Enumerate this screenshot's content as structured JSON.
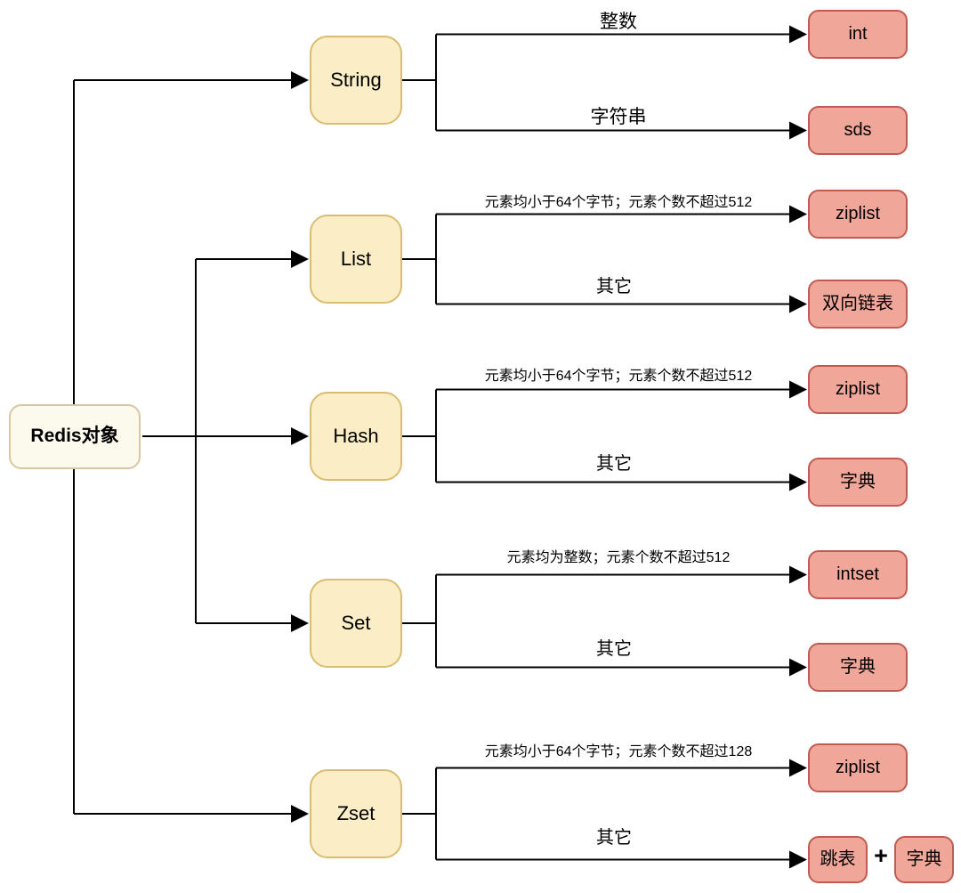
{
  "diagram": {
    "root": {
      "label": "Redis对象"
    },
    "types": [
      {
        "label": "String",
        "branches": [
          {
            "condition": "整数",
            "targets": [
              "int"
            ]
          },
          {
            "condition": "字符串",
            "targets": [
              "sds"
            ]
          }
        ]
      },
      {
        "label": "List",
        "branches": [
          {
            "condition": "元素均小于64个字节；元素个数不超过512",
            "targets": [
              "ziplist"
            ]
          },
          {
            "condition": "其它",
            "targets": [
              "双向链表"
            ]
          }
        ]
      },
      {
        "label": "Hash",
        "branches": [
          {
            "condition": "元素均小于64个字节；元素个数不超过512",
            "targets": [
              "ziplist"
            ]
          },
          {
            "condition": "其它",
            "targets": [
              "字典"
            ]
          }
        ]
      },
      {
        "label": "Set",
        "branches": [
          {
            "condition": "元素均为整数；元素个数不超过512",
            "targets": [
              "intset"
            ]
          },
          {
            "condition": "其它",
            "targets": [
              "字典"
            ]
          }
        ]
      },
      {
        "label": "Zset",
        "branches": [
          {
            "condition": "元素均小于64个字节；元素个数不超过128",
            "targets": [
              "ziplist"
            ]
          },
          {
            "condition": "其它",
            "targets": [
              "跳表",
              "字典"
            ],
            "joiner": "+"
          }
        ]
      }
    ],
    "colors": {
      "type_fill": "#FBEEC6",
      "type_border": "#D9BD72",
      "encoding_fill": "#F0A79A",
      "encoding_border": "#C05B52",
      "root_fill": "#FCF9ED",
      "root_border": "#D6C9A2",
      "line": "#000000"
    }
  }
}
